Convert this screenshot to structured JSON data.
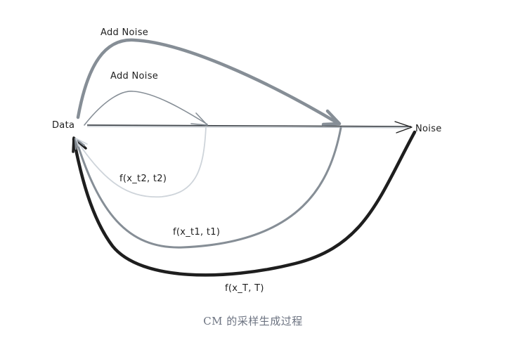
{
  "diagram": {
    "nodes": {
      "data": {
        "label": "Data"
      },
      "noise": {
        "label": "Noise"
      }
    },
    "edges": {
      "add_noise_outer": {
        "label": "Add Noise",
        "color": "#868e96"
      },
      "add_noise_inner": {
        "label": "Add Noise",
        "color": "#868e96"
      },
      "f_t2": {
        "label": "f(x_t2, t2)",
        "color": "#ced4da"
      },
      "f_t1": {
        "label": "f(x_t1, t1)",
        "color": "#868e96"
      },
      "f_T": {
        "label": "f(x_T, T)",
        "color": "#1e1e1e"
      },
      "axis": {
        "color": "#343a40"
      }
    }
  },
  "caption": "CM 的采样生成过程"
}
